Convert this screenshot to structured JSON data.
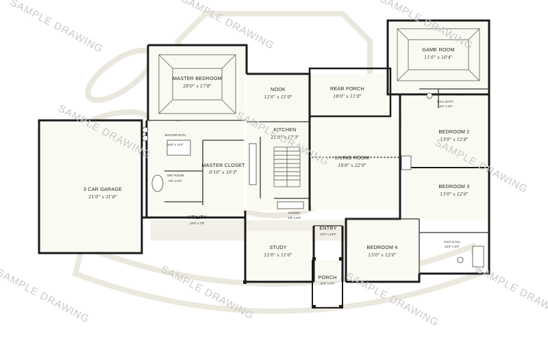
{
  "watermark": {
    "text": "SAMPLE DRAWING"
  },
  "rooms": [
    {
      "key": "game_room",
      "name": "GAME ROOM",
      "dims": "11'6\" x 10'4\""
    },
    {
      "key": "master_bedroom",
      "name": "MASTER BEDROOM",
      "dims": "20'0\" x 17'8\""
    },
    {
      "key": "nook",
      "name": "NOOK",
      "dims": "12'6\" x 11'0\""
    },
    {
      "key": "rear_porch",
      "name": "REAR PORCH",
      "dims": "18'0\" x 11'0\""
    },
    {
      "key": "kitchen",
      "name": "KITCHEN",
      "dims": "21'0\" x 17'3\""
    },
    {
      "key": "living_room",
      "name": "LIVING ROOM",
      "dims": "18'8\" x 22'0\""
    },
    {
      "key": "bedroom2",
      "name": "BEDROOM 2",
      "dims": "13'0\" x 12'8\""
    },
    {
      "key": "bedroom3",
      "name": "BEDROOM 3",
      "dims": "13'0\" x 12'6\""
    },
    {
      "key": "garage",
      "name": "3 CAR GARAGE",
      "dims": "21'0\" x 31'8\""
    },
    {
      "key": "master_closet",
      "name": "MASTER CLOSET",
      "dims": "8'10\" x 16'3\""
    },
    {
      "key": "utility",
      "name": "UTILITY",
      "dims": "10'0\" x 7'8\""
    },
    {
      "key": "study",
      "name": "STUDY",
      "dims": "12'6\" x 11'0\""
    },
    {
      "key": "entry",
      "name": "ENTRY",
      "dims": "12'0\" x 12'0\""
    },
    {
      "key": "bedroom4",
      "name": "BEDROOM 4",
      "dims": "13'0\" x 12'6\""
    },
    {
      "key": "porch",
      "name": "PORCH",
      "dims": "11'6\" x 6'0\""
    },
    {
      "key": "master_bath",
      "name": "MASTER BATH",
      "dims": "16'6\" x 11'0\""
    },
    {
      "key": "wet_room",
      "name": "WET ROOM",
      "dims": "6'0\" x 6'0\""
    },
    {
      "key": "pantry",
      "name": "PANTRY",
      "dims": "6'0\" x 6'6\""
    },
    {
      "key": "hall_bath",
      "name": "HALL BATH",
      "dims": "10'0\" x 6'0\""
    },
    {
      "key": "jack_jill",
      "name": "JACK & JILL",
      "dims": "10'0\" x 6'0\""
    }
  ]
}
